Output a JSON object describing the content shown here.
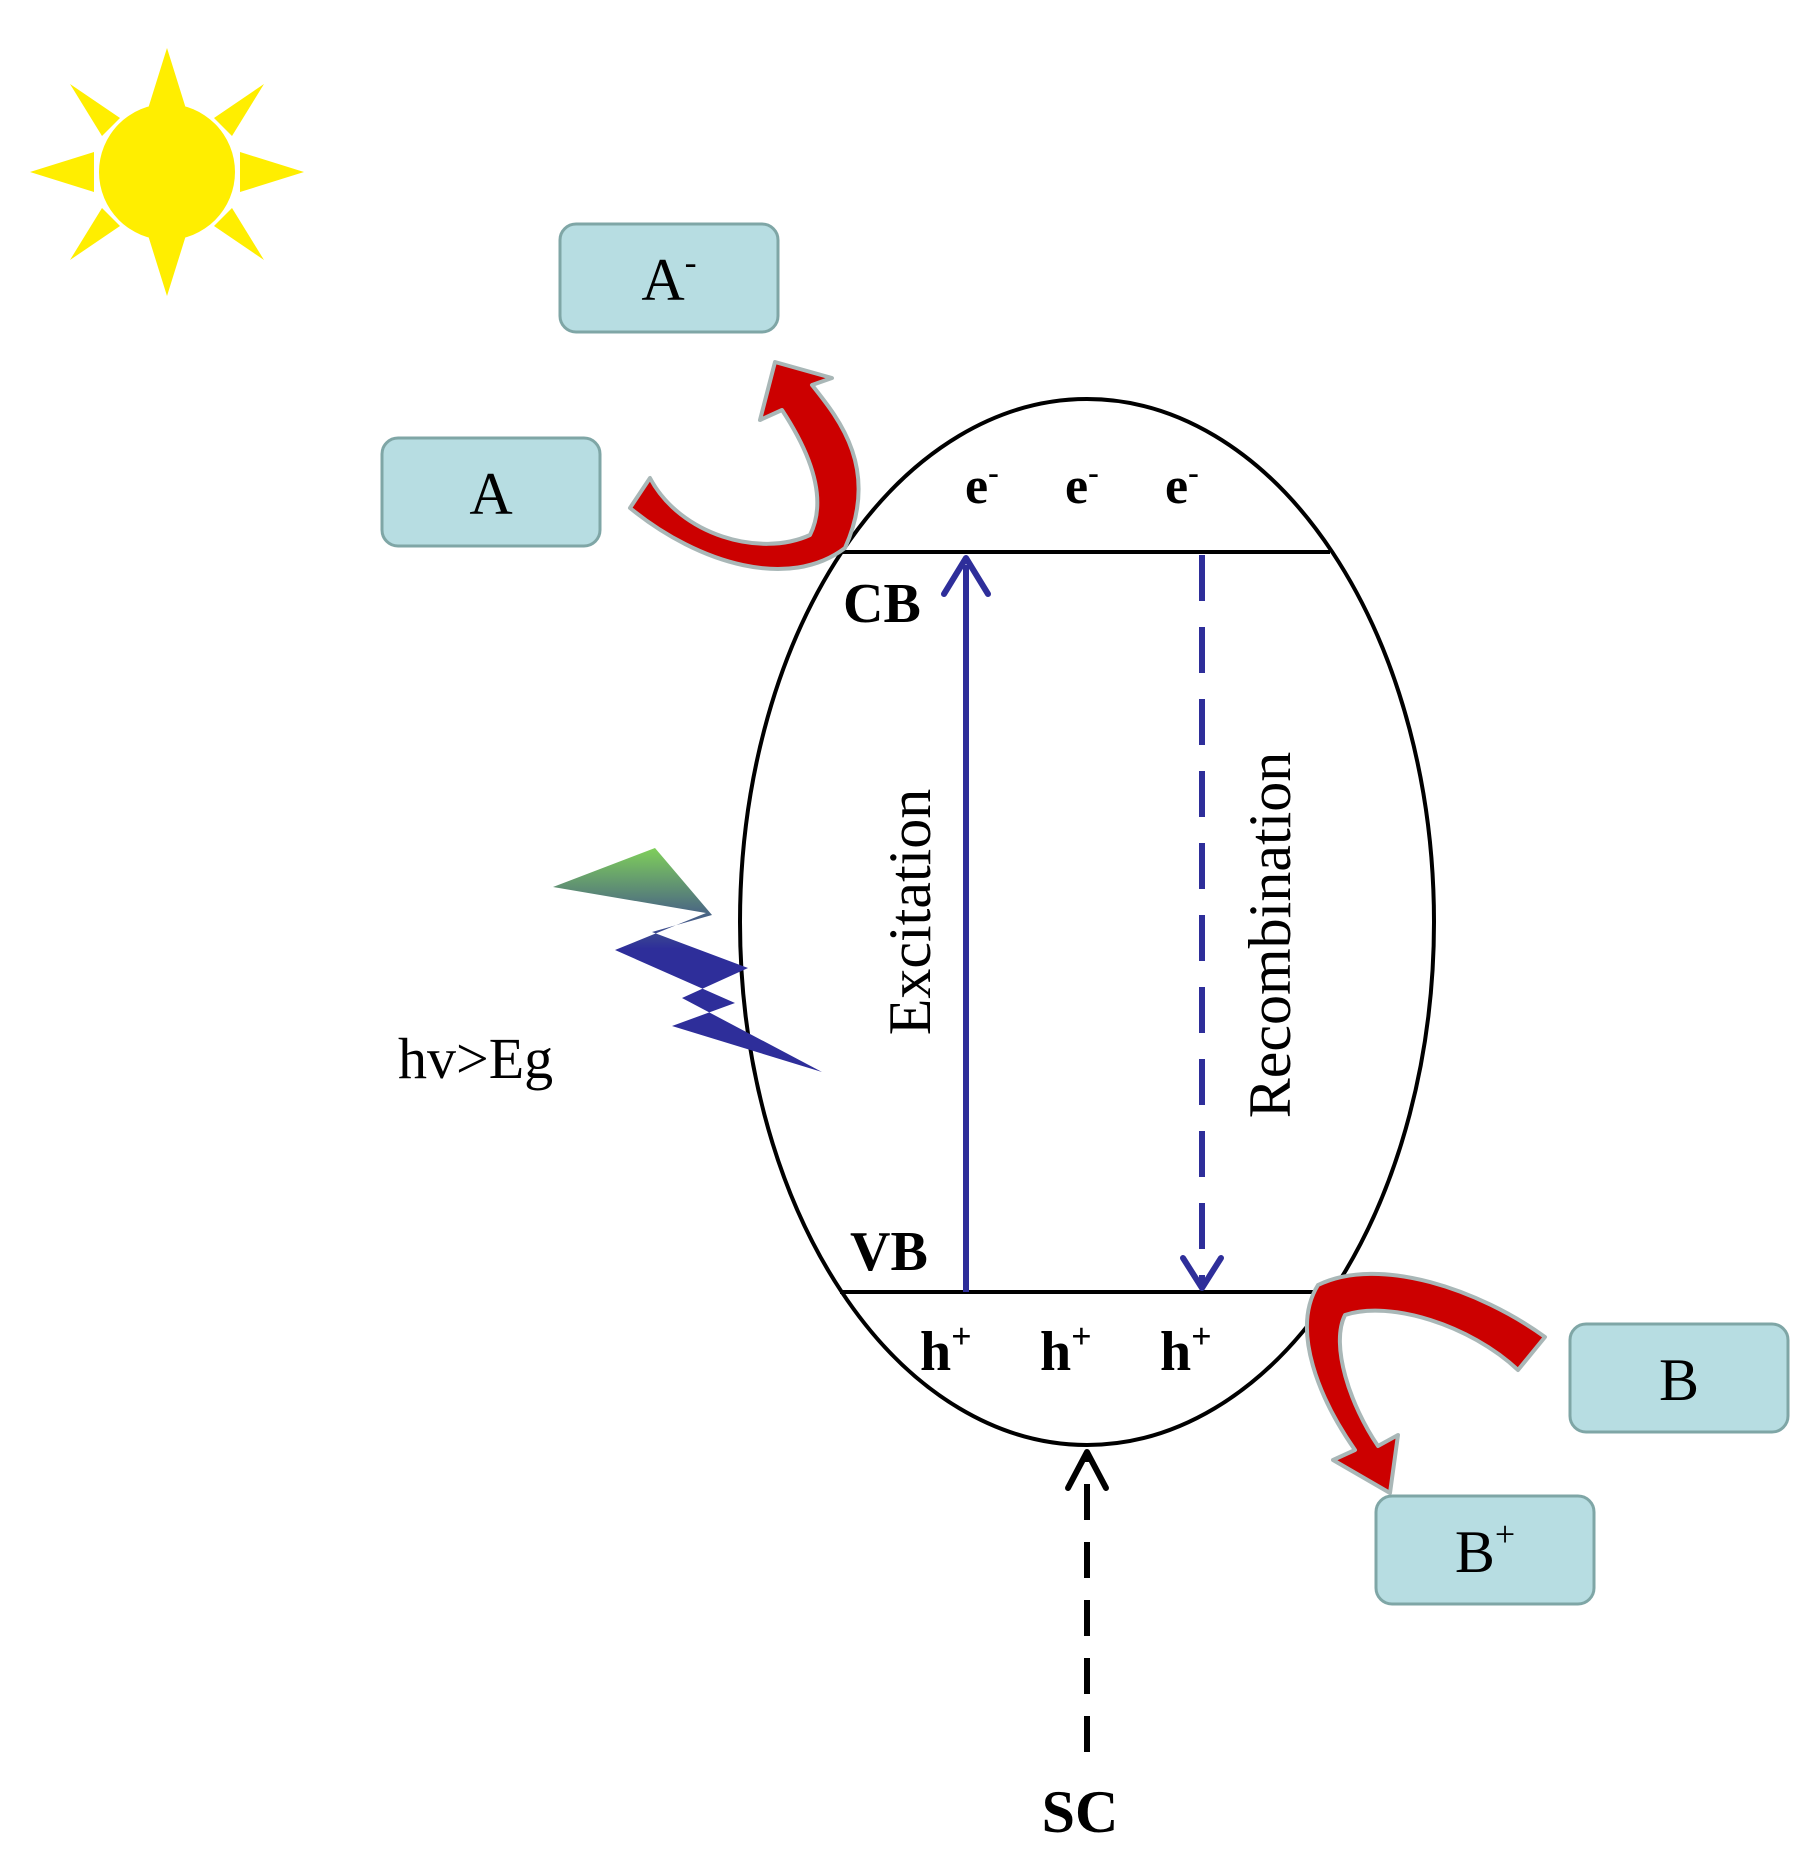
{
  "species": {
    "a": "A",
    "a_minus_base": "A",
    "a_minus_sup": "-",
    "b": "B",
    "b_plus_base": "B",
    "b_plus_sup": "+"
  },
  "bands": {
    "cb": "CB",
    "vb": "VB"
  },
  "carriers": {
    "electron_base": "e",
    "electron_sup": "-",
    "hole_base": "h",
    "hole_sup": "+"
  },
  "processes": {
    "excitation": "Excitation",
    "recombination": "Recombination"
  },
  "photon": {
    "condition": "hv>Eg"
  },
  "semiconductor": {
    "label": "SC"
  },
  "colors": {
    "sun": "#ffee00",
    "box_fill": "#b7dde2",
    "box_border": "#7fa6a6",
    "reaction_arrow": "#cc0000",
    "transition_arrow": "#2e2e9a",
    "bolt_top": "#7fcf5a",
    "bolt_bottom": "#2e2e9a"
  }
}
